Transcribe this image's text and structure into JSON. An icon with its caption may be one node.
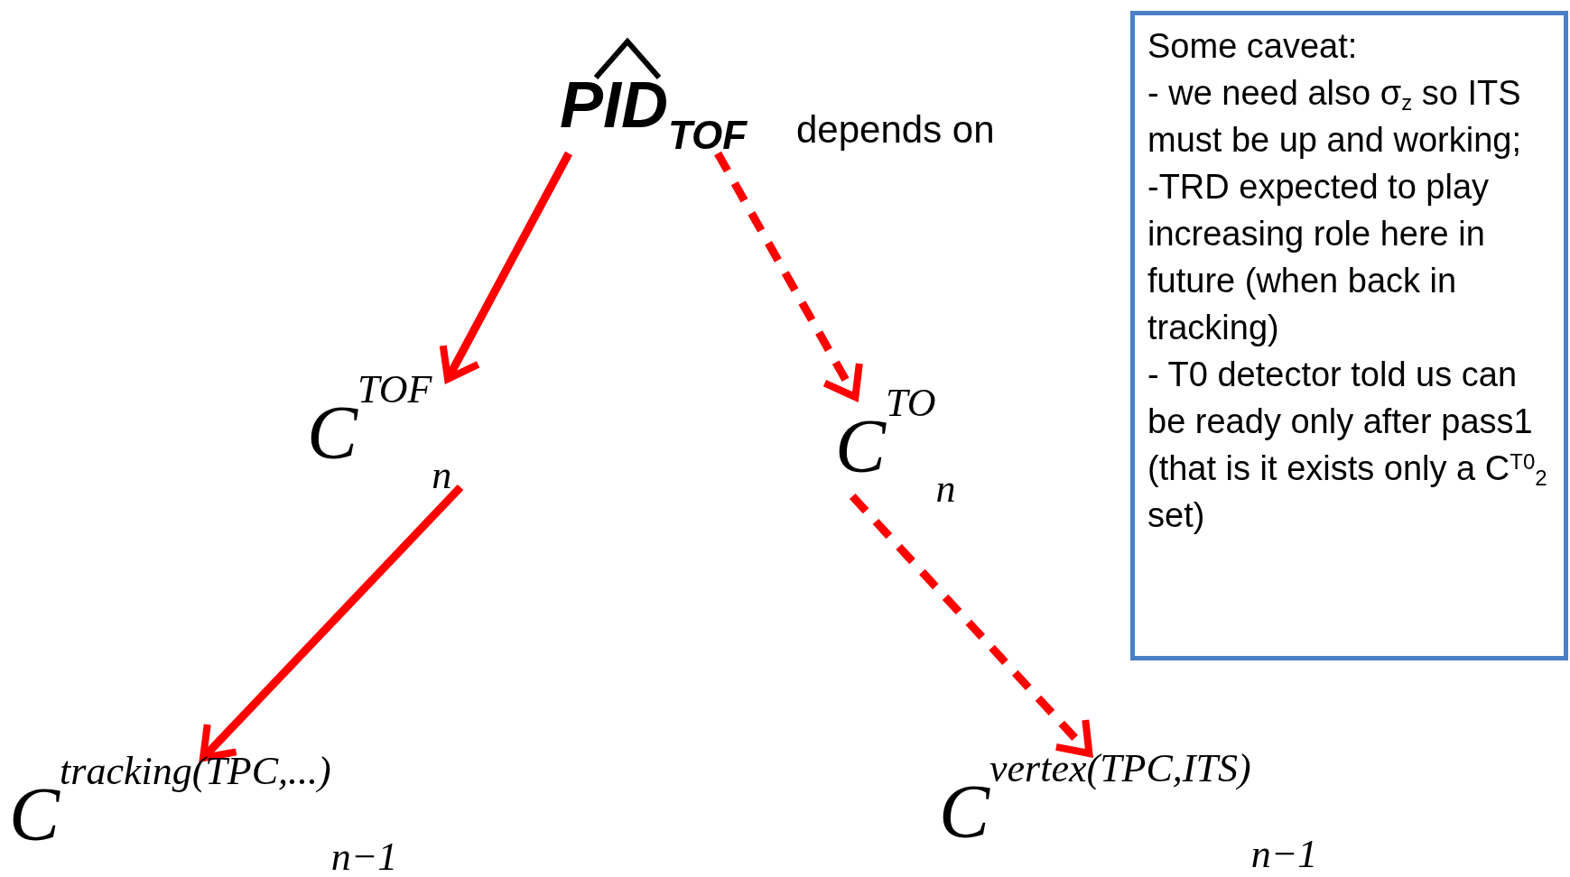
{
  "diagram": {
    "nodes": [
      {
        "text": [
          "PID$_{TOF}$"
        ],
        "beside": [
          "depends on"
        ]
      },
      {
        "text": [
          "C$^{TOF}$$_{n}$"
        ]
      },
      {
        "text": [
          "C$^{TO}$$_{n}$"
        ]
      },
      {
        "text": [
          "C$^{tracking(TPC,...)}$$_{n−1}$"
        ]
      },
      {
        "text": [
          "C$^{vertex(TPC,ITS)}$$_{n−1}$"
        ]
      },
      {
        "text": [
          "Some caveat:",
          "- we need also σ$_{z}$ so ITS must be up and working;",
          "-TRD expected to play increasing role here in future (when back in tracking)",
          "- T0 detector told us can be ready only after pass1 (that is it exists only a C$^{T0}$$_{2}$ set)"
        ]
      }
    ],
    "edges": [
      {
        "from": 0,
        "to": 1,
        "arrow": "to"
      },
      {
        "from": 0,
        "to": 2,
        "arrow": "to",
        "style": "dashed"
      },
      {
        "from": 1,
        "to": 3,
        "arrow": "to"
      },
      {
        "from": 2,
        "to": 4,
        "arrow": "to",
        "style": "dashed"
      }
    ]
  }
}
